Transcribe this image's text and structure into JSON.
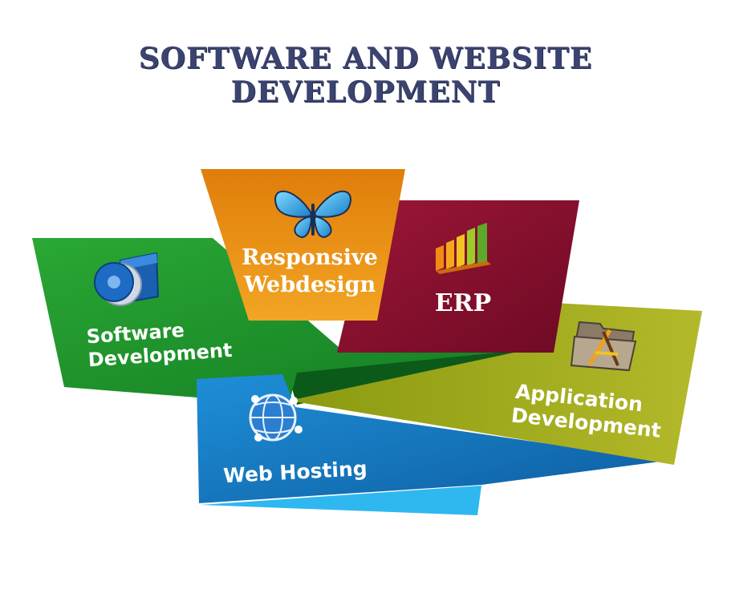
{
  "page": {
    "title": "SOFTWARE AND WEBSITE DEVELOPMENT"
  },
  "colors": {
    "title": "#3b4470",
    "green": "#1f9a2e",
    "orange": "#ea8a10",
    "maroon": "#8c0f2e",
    "olive": "#a3ad1f",
    "blue": "#1776c2",
    "cyan": "#2fb7f0"
  },
  "panels": {
    "software": {
      "line1": "Software",
      "line2": "Development",
      "icon": "cd-software-box-icon"
    },
    "responsive": {
      "line1": "Responsive",
      "line2": "Webdesign",
      "icon": "butterfly-icon"
    },
    "erp": {
      "label": "ERP",
      "icon": "bar-chart-icon"
    },
    "application": {
      "line1": "Application",
      "line2": "Development",
      "icon": "app-folder-icon"
    },
    "hosting": {
      "label": "Web Hosting",
      "icon": "globe-network-icon"
    }
  }
}
